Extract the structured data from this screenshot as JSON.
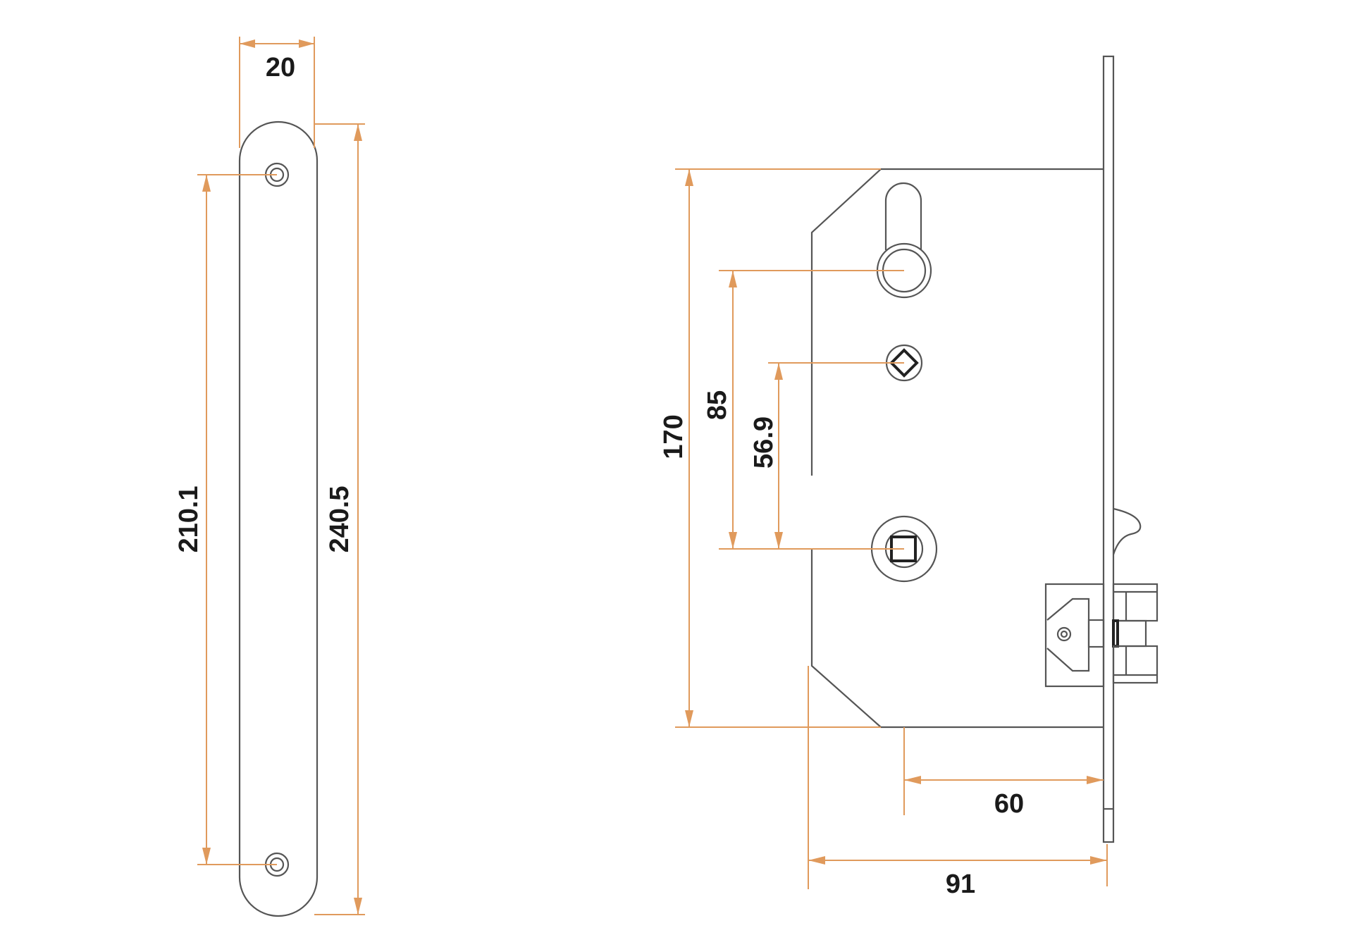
{
  "title": "Mortise lock dimension drawing",
  "colors": {
    "outline": "#555555",
    "dimension_line": "#E09A5C",
    "label_text": "#1a1a1a",
    "background": "#ffffff"
  },
  "faceplate_view": {
    "dimensions": {
      "width": "20",
      "hole_spacing": "210.1",
      "total_length": "240.5"
    }
  },
  "lock_body_view": {
    "dimensions": {
      "body_height": "170",
      "keyhole_to_spindle": "85",
      "thumbturn_to_spindle": "56.9",
      "backset": "60",
      "body_depth": "91"
    }
  }
}
